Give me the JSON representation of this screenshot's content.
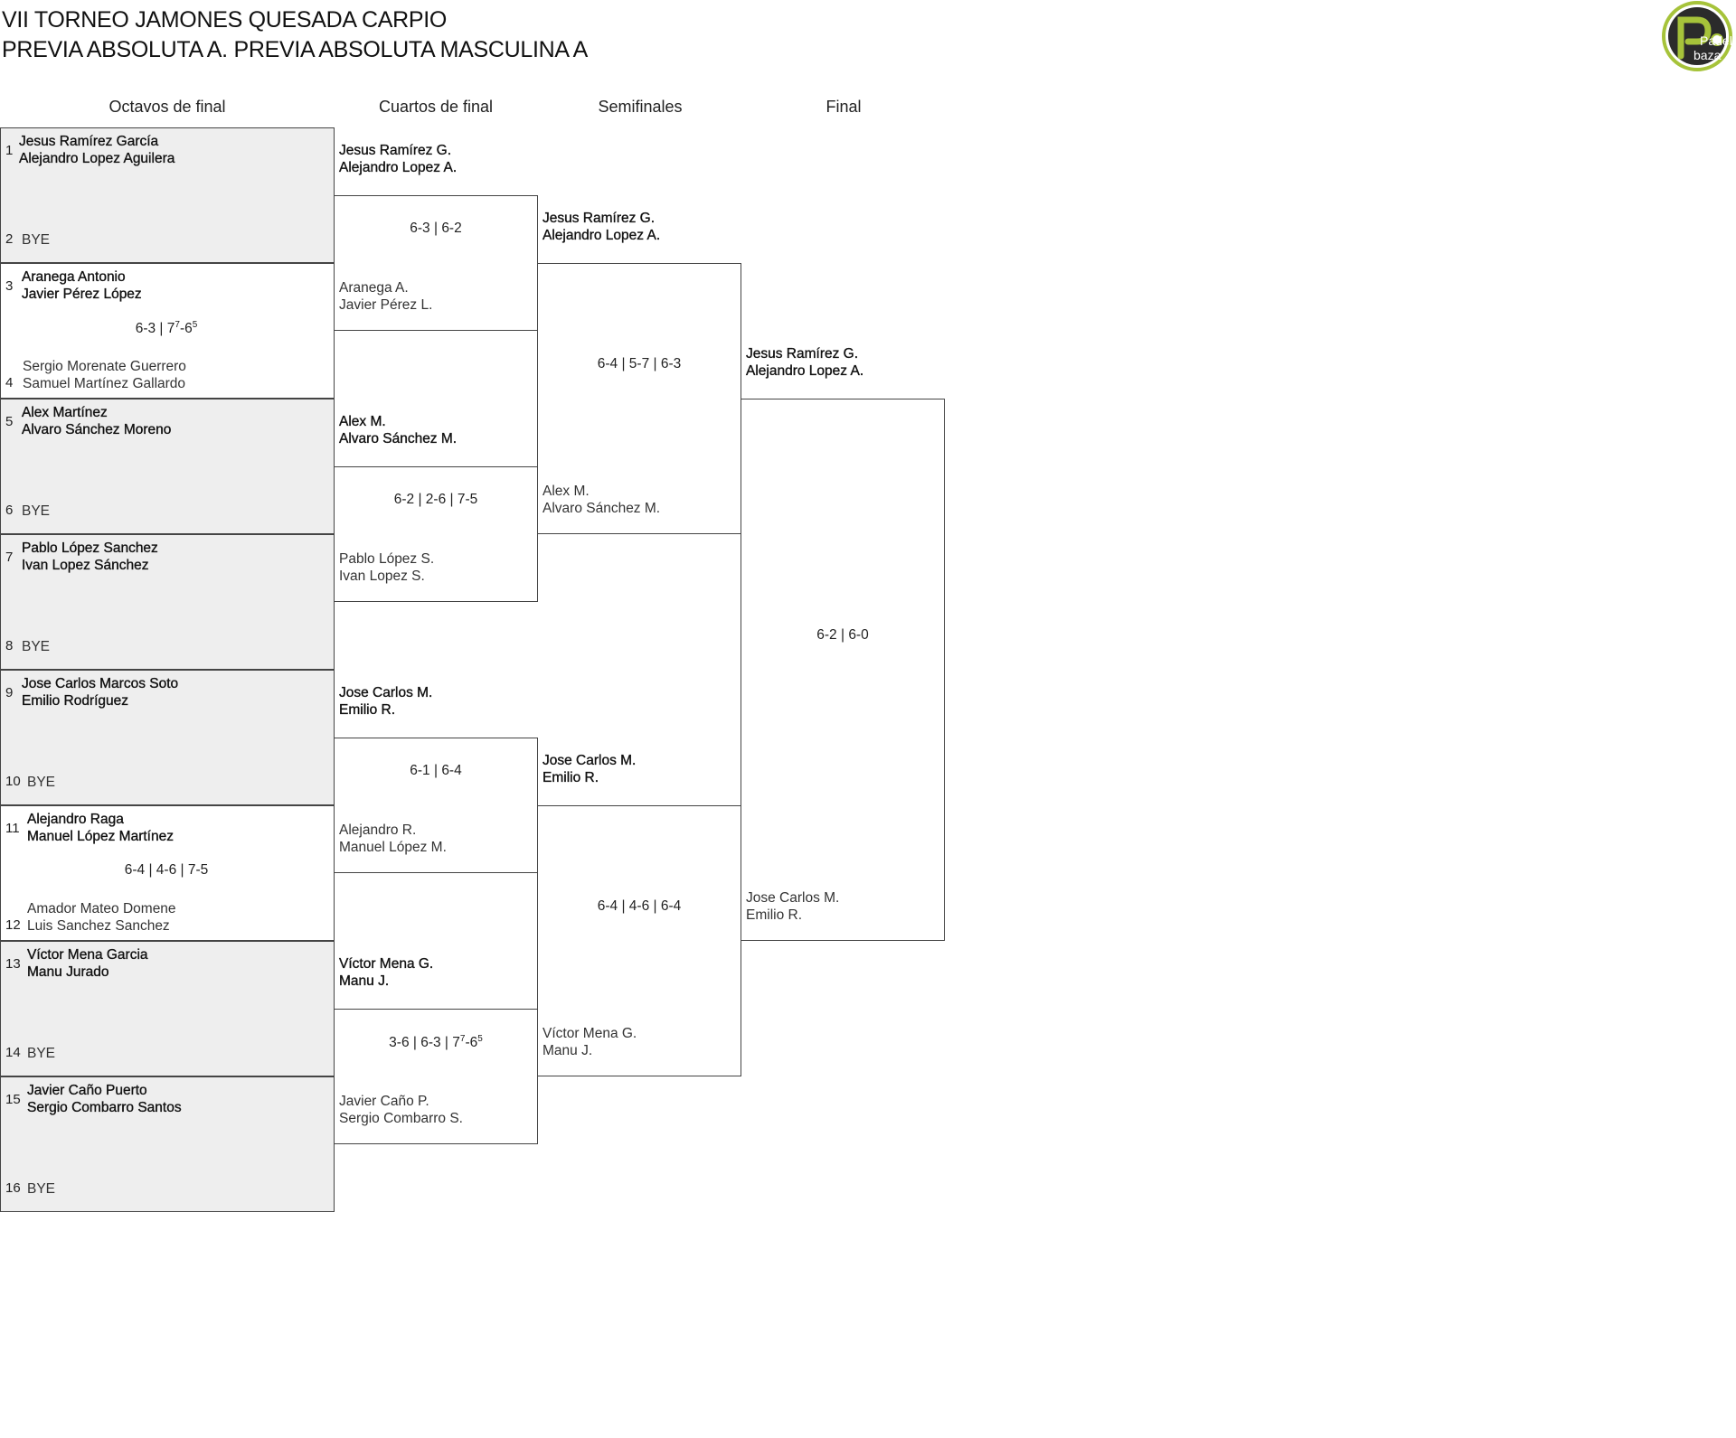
{
  "title": {
    "line1": "VII TORNEO JAMONES QUESADA CARPIO",
    "line2": "PREVIA ABSOLUTA A. PREVIA ABSOLUTA MASCULINA A"
  },
  "logo": {
    "text_top": "Padel",
    "text_bottom": "baza"
  },
  "rounds": {
    "r16": "Octavos de final",
    "qf": "Cuartos de final",
    "sf": "Semifinales",
    "final": "Final"
  },
  "colors": {
    "bye_shade": "#eeeeee",
    "logo_accent": "#a6c33a",
    "logo_dark": "#2b2b2b"
  },
  "octavos": [
    {
      "seed1": "1",
      "p1a": "Jesus Ramírez García",
      "p1b": "Alejandro Lopez Aguilera",
      "seed2": "2",
      "p2a": "BYE",
      "p2b": "",
      "score": ""
    },
    {
      "seed1": "3",
      "p1a": "Aranega Antonio",
      "p1b": "Javier Pérez López",
      "seed2": "4",
      "p2a": "Sergio Morenate Guerrero",
      "p2b": "Samuel Martínez Gallardo",
      "score": "6-3 | 7⁷-6⁵"
    },
    {
      "seed1": "5",
      "p1a": "Alex Martínez",
      "p1b": "Alvaro Sánchez Moreno",
      "seed2": "6",
      "p2a": "BYE",
      "p2b": "",
      "score": ""
    },
    {
      "seed1": "7",
      "p1a": "Pablo López Sanchez",
      "p1b": "Ivan Lopez Sánchez",
      "seed2": "8",
      "p2a": "BYE",
      "p2b": "",
      "score": ""
    },
    {
      "seed1": "9",
      "p1a": "Jose Carlos Marcos Soto",
      "p1b": "Emilio Rodríguez",
      "seed2": "10",
      "p2a": "BYE",
      "p2b": "",
      "score": ""
    },
    {
      "seed1": "11",
      "p1a": "Alejandro Raga",
      "p1b": "Manuel López Martínez",
      "seed2": "12",
      "p2a": "Amador Mateo Domene",
      "p2b": "Luis Sanchez Sanchez",
      "score": "6-4 | 4-6 | 7-5"
    },
    {
      "seed1": "13",
      "p1a": "Víctor Mena Garcia",
      "p1b": "Manu Jurado",
      "seed2": "14",
      "p2a": "BYE",
      "p2b": "",
      "score": ""
    },
    {
      "seed1": "15",
      "p1a": "Javier Caño Puerto",
      "p1b": "Sergio Combarro Santos",
      "seed2": "16",
      "p2a": "BYE",
      "p2b": "",
      "score": ""
    }
  ],
  "cuartos": [
    {
      "w_a": "Jesus Ramírez G.",
      "w_b": "Alejandro Lopez A.",
      "l_a": "Aranega A.",
      "l_b": "Javier Pérez L.",
      "score": "6-3 | 6-2"
    },
    {
      "w_a": "Alex M.",
      "w_b": "Alvaro Sánchez M.",
      "l_a": "Pablo López S.",
      "l_b": "Ivan Lopez S.",
      "score": "6-2 | 2-6 | 7-5"
    },
    {
      "w_a": "Jose Carlos M.",
      "w_b": "Emilio R.",
      "l_a": "Alejandro R.",
      "l_b": "Manuel López M.",
      "score": "6-1 | 6-4"
    },
    {
      "w_a": "Víctor Mena G.",
      "w_b": "Manu J.",
      "l_a": "Javier Caño P.",
      "l_b": "Sergio Combarro S.",
      "score": "3-6 | 6-3 | 7⁷-6⁵"
    }
  ],
  "semis": [
    {
      "w_a": "Jesus Ramírez G.",
      "w_b": "Alejandro Lopez A.",
      "l_a": "Alex M.",
      "l_b": "Alvaro Sánchez M.",
      "score": "6-4 | 5-7 | 6-3"
    },
    {
      "w_a": "Jose Carlos M.",
      "w_b": "Emilio R.",
      "l_a": "Víctor Mena G.",
      "l_b": "Manu J.",
      "score": "6-4 | 4-6 | 6-4"
    }
  ],
  "final": {
    "w_a": "Jesus Ramírez G.",
    "w_b": "Alejandro Lopez A.",
    "l_a": "Jose Carlos M.",
    "l_b": "Emilio R.",
    "score": "6-2 | 6-0"
  }
}
